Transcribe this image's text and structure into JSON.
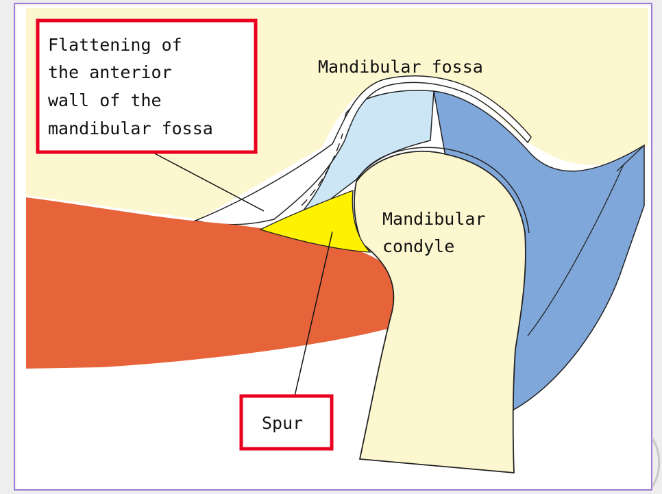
{
  "labels": {
    "flattening": [
      "Flattening of",
      "the anterior",
      "wall of the",
      "mandibular fossa"
    ],
    "fossa": "Mandibular fossa",
    "condyle": [
      "Mandibular",
      "condyle"
    ],
    "spur": "Spur"
  },
  "colors": {
    "background_bone": "#fdf7cf",
    "muscle": "#e7633a",
    "disc_posterior": "#7fa7d9",
    "disc_anterior": "#cde6f6",
    "spur": "#fff200",
    "callout_border": "#e8001e",
    "frame": "#9b7bd4",
    "page": "#eeeeee"
  }
}
